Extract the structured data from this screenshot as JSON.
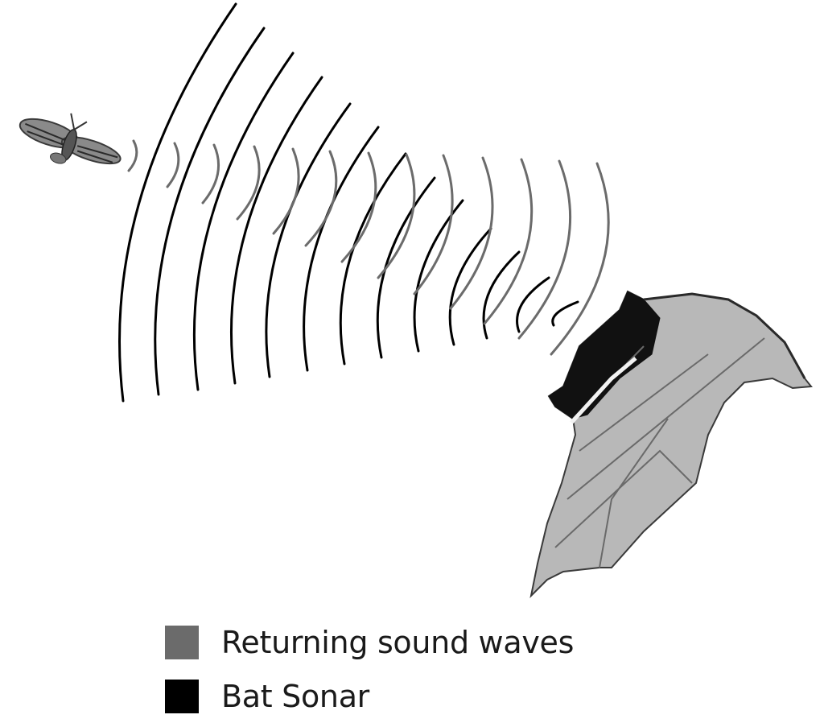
{
  "legend": {
    "returning": {
      "label": "Returning sound waves",
      "color": "#6b6b6b"
    },
    "sonar": {
      "label": "Bat Sonar",
      "color": "#000000"
    }
  },
  "figure": {
    "subjects": [
      "moth",
      "bat"
    ],
    "wave_colors": {
      "sonar": "#000000",
      "returning": "#6b6b6b"
    }
  }
}
